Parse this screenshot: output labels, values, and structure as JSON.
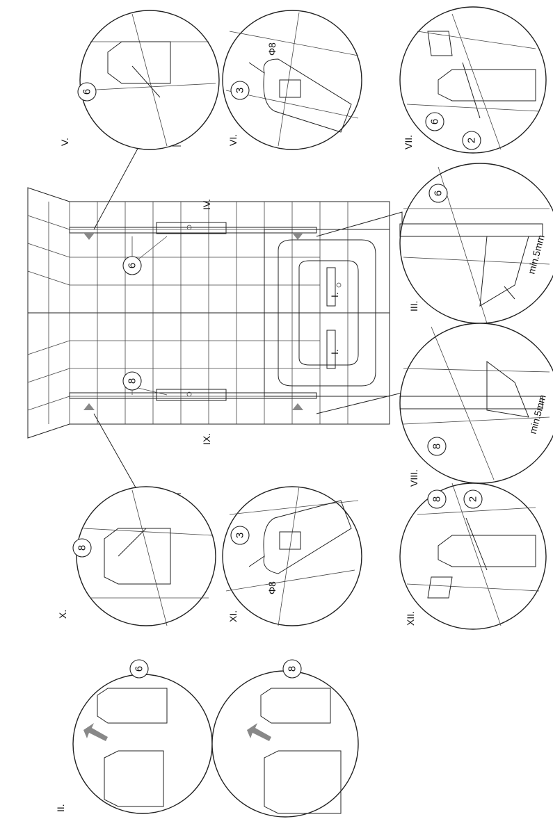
{
  "steps": {
    "s1a": "I.",
    "s1b": "I.",
    "s2": "II.",
    "s3": "III.",
    "s4": "IV.",
    "s5": "V.",
    "s6": "VI.",
    "s7": "VII.",
    "s8": "VIII.",
    "s9": "IX.",
    "s10": "X.",
    "s11": "XI.",
    "s12": "XII."
  },
  "parts": {
    "p2": "2",
    "p3": "3",
    "p6": "6",
    "p8": "8"
  },
  "dims": {
    "gap": "min.5mm",
    "drill": "Φ8"
  }
}
